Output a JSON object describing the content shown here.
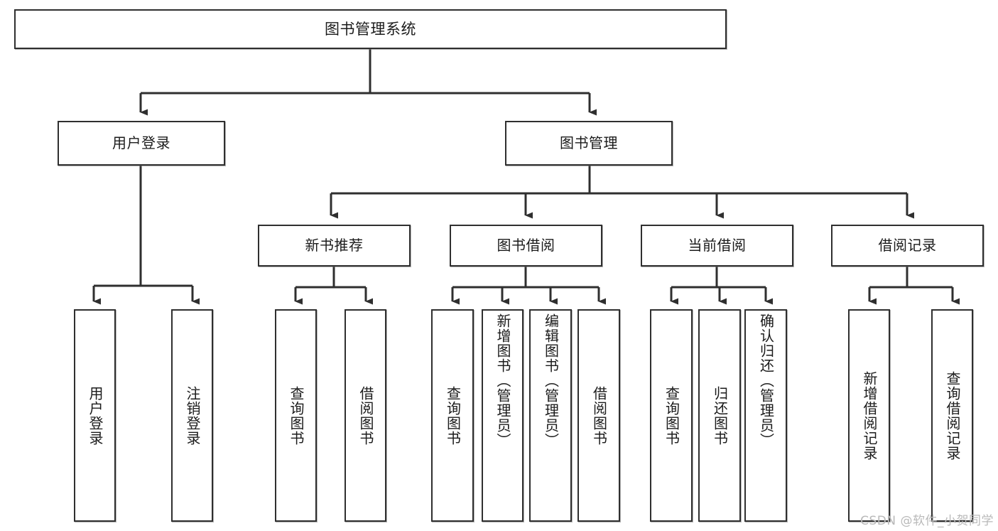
{
  "diagram": {
    "title": "图书管理系统",
    "watermark": "CSDN @软件_小贺同学",
    "line_color": "#2f2f2f",
    "box_fill": "#ffffff",
    "text_color": "#1b1b1b",
    "root": {
      "label": "图书管理系统"
    },
    "level2": [
      {
        "label": "用户登录"
      },
      {
        "label": "图书管理"
      }
    ],
    "level3": [
      {
        "label": "新书推荐"
      },
      {
        "label": "图书借阅"
      },
      {
        "label": "当前借阅"
      },
      {
        "label": "借阅记录"
      }
    ],
    "leaves": {
      "user_login": [
        {
          "label": "用户登录"
        },
        {
          "label": "注销登录"
        }
      ],
      "new_book_recommend": [
        {
          "label": "查询图书"
        },
        {
          "label": "借阅图书"
        }
      ],
      "book_borrow": [
        {
          "label": "查询图书"
        },
        {
          "label": "新增图书（管理员）"
        },
        {
          "label": "编辑图书（管理员）"
        },
        {
          "label": "借阅图书"
        }
      ],
      "current_borrow": [
        {
          "label": "查询图书"
        },
        {
          "label": "归还图书"
        },
        {
          "label": "确认归还（管理员）"
        }
      ],
      "borrow_records": [
        {
          "label": "新增借阅记录"
        },
        {
          "label": "查询借阅记录"
        }
      ]
    }
  }
}
